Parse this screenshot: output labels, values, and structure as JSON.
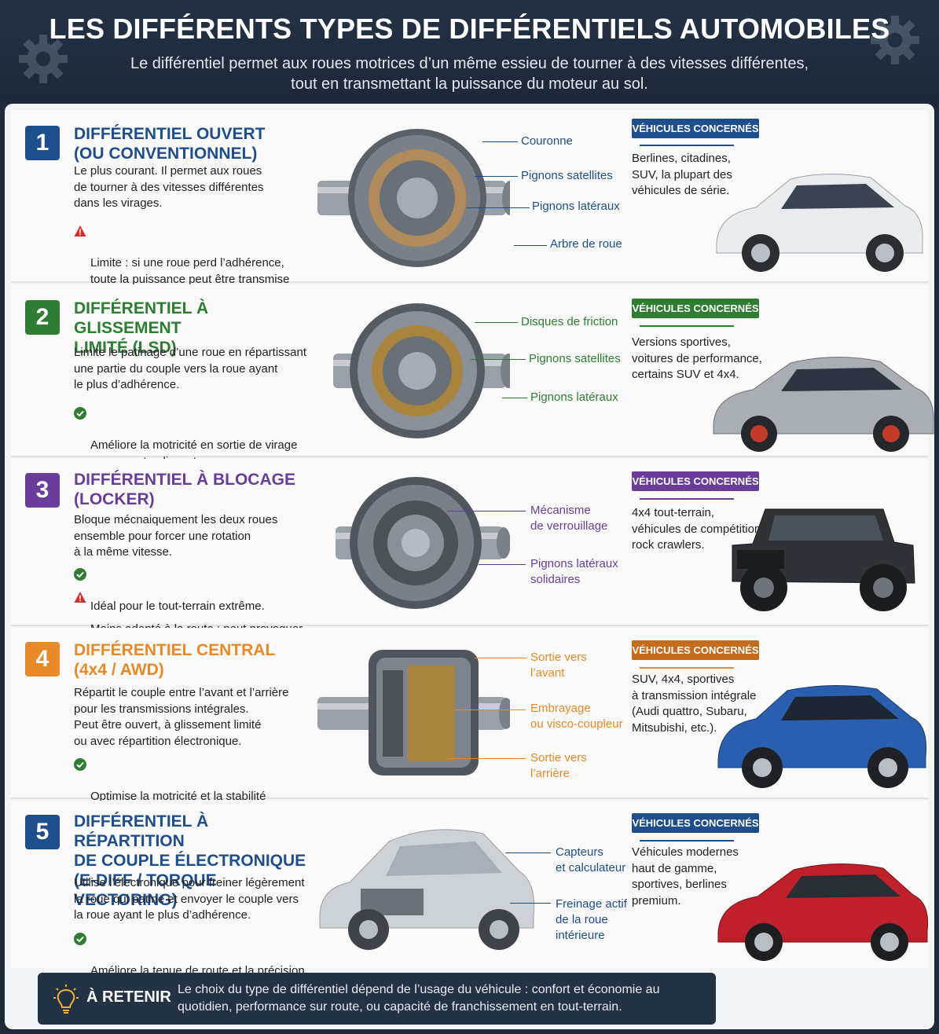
{
  "header": {
    "title": "LES DIFFÉRENTS TYPES DE DIFFÉRENTIELS AUTOMOBILES",
    "subtitle": "Le différentiel permet aux roues motrices d’un même essieu de tourner à des vitesses différentes, tout en transmettant la puissance du moteur au sol."
  },
  "colors": {
    "blue": "#1f4e8c",
    "green": "#2e7d32",
    "purple": "#6a3d9a",
    "orange": "#e8892a",
    "navy": "#233245"
  },
  "sections": [
    {
      "number": "1",
      "title": "DIFFÉRENTIEL OUVERT\n(OU CONVENTIONNEL)",
      "description": "Le plus courant. Il permet aux roues\nde tourner à des vitesses différentes\ndans les virages.",
      "notes": [
        {
          "icon": "warning-icon",
          "text": "Limite : si une roue perd l’adhérence,\ntoute la puissance peut être transmise\nà cette roue qui patine."
        }
      ],
      "labels": [
        "Couronne",
        "Pignons satellites",
        "Pignons latéraux",
        "Arbre de roue"
      ],
      "badge": "VÉHICULES CONCERNÉS",
      "vehicles": "Berlines, citadines,\nSUV, la plupart des\nvéhicules de série.",
      "car_color": "#e9ecef"
    },
    {
      "number": "2",
      "title": "DIFFÉRENTIEL À GLISSEMENT\nLIMITÉ (LSD)",
      "description": "Limite le patinage d’une roue en répartissant\nune partie du couple vers la roue ayant\nle plus d’adhérence.",
      "notes": [
        {
          "icon": "check-icon",
          "text": "Améliore la motricité en sortie de virage\nou sur route glissante."
        }
      ],
      "labels": [
        "Disques de friction",
        "Pignons satellites",
        "Pignons latéraux"
      ],
      "badge": "VÉHICULES CONCERNÉS",
      "vehicles": "Versions sportives,\nvoitures de performance,\ncertains SUV et 4x4.",
      "car_color": "#a9aeb5"
    },
    {
      "number": "3",
      "title": "DIFFÉRENTIEL À BLOCAGE\n(LOCKER)",
      "description": "Bloque mécnaiquement les deux roues\nensemble pour forcer une rotation\nà la même vitesse.",
      "notes": [
        {
          "icon": "check-icon",
          "text": "Idéal pour le tout-terrain extrême."
        },
        {
          "icon": "warning-icon",
          "text": "Moins adapté à la route : peut provoquer\ndes contraintes dans les virages."
        }
      ],
      "labels": [
        "Mécanisme\nde verrouillage",
        "Pignons latéraux\nsolidaires"
      ],
      "badge": "VÉHICULES CONCERNÉS",
      "vehicles": "4x4 tout-terrain,\nvéhicules de compétition,\nrock crawlers.",
      "car_color": "#2f3236"
    },
    {
      "number": "4",
      "title": "DIFFÉRENTIEL CENTRAL\n(4x4 / AWD)",
      "description": "Répartit le couple entre l’avant et l’arrière\npour les transmissions intégrales.\nPeut être ouvert, à glissement limité\nou avec répartition électronique.",
      "notes": [
        {
          "icon": "check-icon",
          "text": "Optimise la motricité et la stabilité\nsur tous types de surfaces."
        }
      ],
      "labels": [
        "Sortie vers\nl’avant",
        "Embrayage\nou visco-coupleur",
        "Sortie vers\nl’arrière"
      ],
      "badge": "VÉHICULES CONCERNÉS",
      "vehicles": "SUV, 4x4, sportives\nà transmission intégrale\n(Audi quattro, Subaru,\nMitsubishi, etc.).",
      "car_color": "#2a5fb0"
    },
    {
      "number": "5",
      "title": "DIFFÉRENTIEL À RÉPARTITION\nDE COUPLE ÉLECTRONIQUE\n(E-DIFF / TORQUE VECTORING)",
      "description": "Utilise l’électronique pour freiner légèrement\nla roue qui patine et envoyer le couple vers\nla roue ayant le plus d’adhérence.",
      "notes": [
        {
          "icon": "check-icon",
          "text": "Améliore la tenue de route et la précision\nen conduite sportive."
        }
      ],
      "labels": [
        "Capteurs\net calculateur",
        "Freinage actif\nde la roue\nintérieure"
      ],
      "badge": "VÉHICULES CONCERNÉS",
      "vehicles": "Véhicules modernes\nhaut de gamme,\nsportives, berlines\npremium.",
      "car_color": "#c0202a"
    }
  ],
  "retenir": {
    "label": "À RETENIR",
    "text": "Le choix du type de différentiel dépend de l’usage du véhicule : confort et économie au quotidien, performance sur route, ou capacité de franchissement en tout-terrain."
  }
}
